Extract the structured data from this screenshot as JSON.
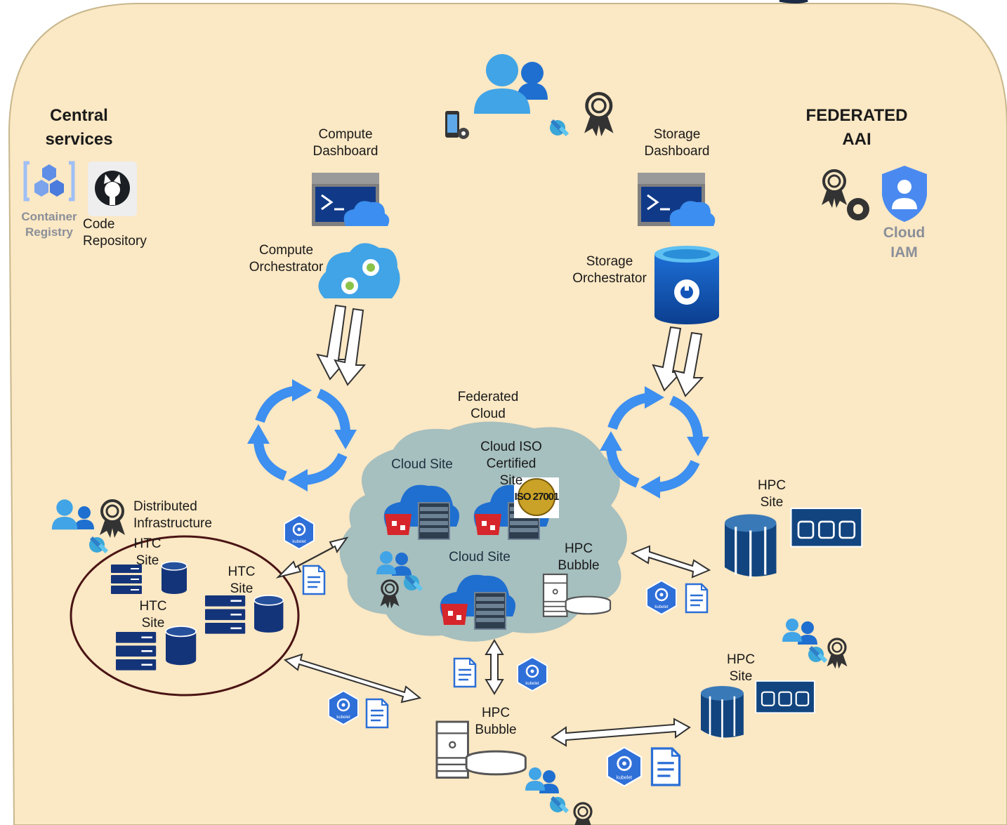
{
  "colors": {
    "background": "#fbe8c4",
    "border": "#c8b78d",
    "cloud": "#a6bfbf",
    "accent_blue": "#3d8ff0",
    "navy": "#123c86",
    "htc_ellipse": "#4a1414"
  },
  "central_services": {
    "title": "Central\nservices",
    "container_registry": "Container\nRegistry",
    "code_repository": "Code\nRepository"
  },
  "federated_aai": {
    "title": "FEDERATED\nAAI",
    "cloud_iam": "Cloud\nIAM"
  },
  "compute": {
    "dashboard": "Compute\nDashboard",
    "orchestrator": "Compute\nOrchestrator"
  },
  "storage": {
    "dashboard": "Storage\nDashboard",
    "orchestrator": "Storage\nOrchestrator"
  },
  "federated_cloud": {
    "title": "Federated\nCloud",
    "cloud_site_1": "Cloud Site",
    "iso_site": "Cloud ISO\nCertified\nSite",
    "cloud_site_2": "Cloud Site",
    "hpc_bubble": "HPC\nBubble",
    "iso_badge": "ISO 27001"
  },
  "distributed": {
    "title": "Distributed\nInfrastructure",
    "htc_site_1": "HTC\nSite",
    "htc_site_2": "HTC\nSite",
    "htc_site_3": "HTC\nSite"
  },
  "hpc": {
    "site_1": "HPC\nSite",
    "site_2": "HPC\nSite",
    "bubble": "HPC\nBubble"
  },
  "icons": [
    "container-registry-icon",
    "github-icon",
    "terminal-cloud-icon",
    "gear-cloud-icon",
    "database-gear-icon",
    "refresh-cycle-icon",
    "users-icon",
    "award-icon",
    "key-icon",
    "phone-gear-icon",
    "shield-user-icon",
    "kubelet-icon",
    "document-icon",
    "server-rack-icon",
    "cylinder-icon",
    "hpc-tower-icon",
    "container-cloud-icon"
  ]
}
